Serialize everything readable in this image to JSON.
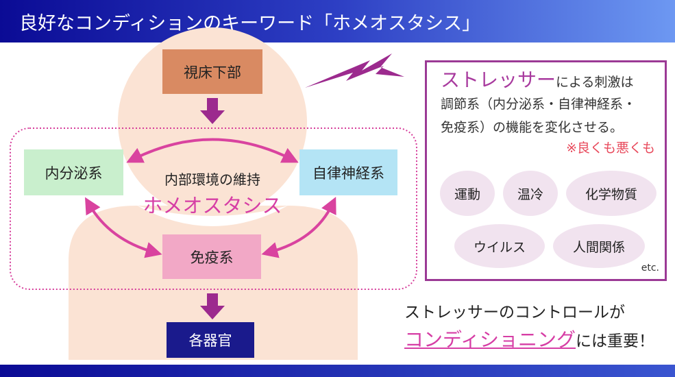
{
  "title": "良好なコンディションのキーワード「ホメオスタシス」",
  "diagram": {
    "hypothalamus": "視床下部",
    "endocrine": "内分泌系",
    "autonomic": "自律神経系",
    "immune": "免疫系",
    "maintenance": "内部環境の維持",
    "homeostasis": "ホメオスタシス",
    "organs": "各器官"
  },
  "stress_box": {
    "stressor": "ストレッサー",
    "line1_rest": "による刺激は",
    "line2": "調節系（内分泌系・自律神経系・",
    "line3": "免疫系）の機能を変化させる。",
    "note": "※良くも悪くも",
    "stressors": [
      "運動",
      "温冷",
      "化学物質",
      "ウイルス",
      "人間関係"
    ],
    "etc": "etc."
  },
  "conclusion": {
    "line1": "ストレッサーのコントロールが",
    "highlight": "コンディショニング",
    "line2_rest": "には重要！"
  },
  "colors": {
    "accent": "#d63ea5",
    "purple": "#9b3a95",
    "navy": "#1a1a8c"
  }
}
